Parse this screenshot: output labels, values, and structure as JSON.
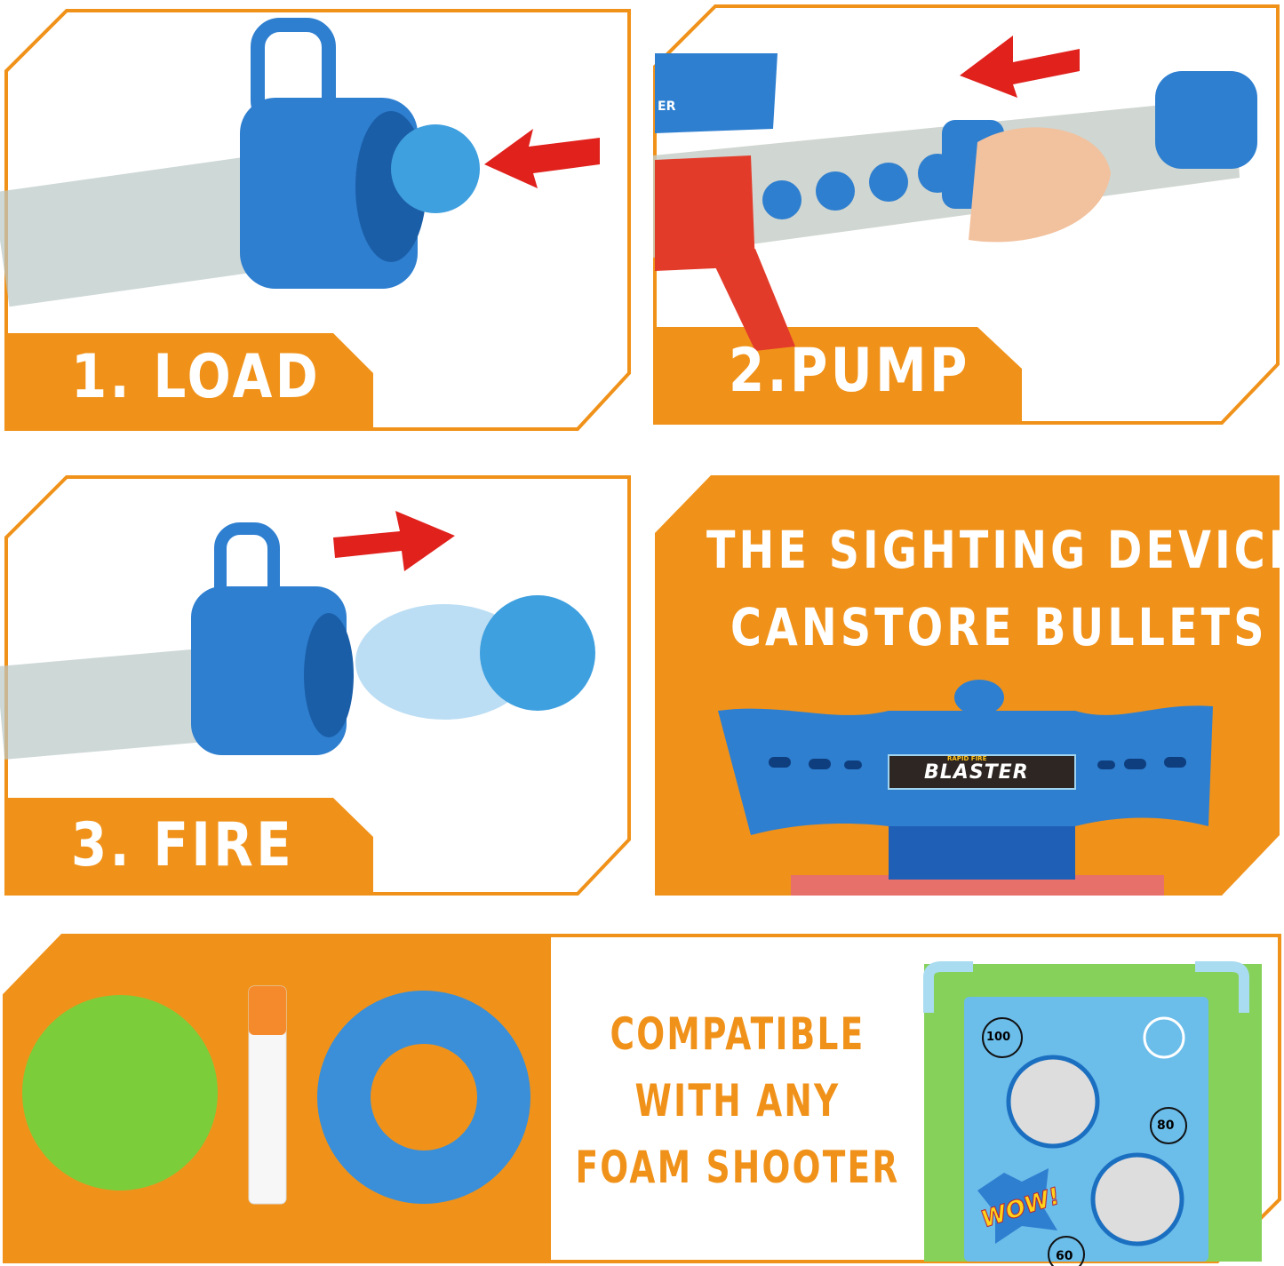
{
  "colors": {
    "orange": "#f0921a",
    "blue": "#2e7fd0",
    "red": "#e0211c",
    "green": "#7ccd3a"
  },
  "steps": [
    {
      "label": "1. LOAD",
      "arrow": "arrow-left-icon"
    },
    {
      "label": "2.PUMP",
      "arrow": "arrow-left-icon",
      "scope_text": "ER"
    },
    {
      "label": "3. FIRE",
      "arrow": "arrow-right-icon"
    }
  ],
  "sighting": {
    "line1": "THE SIGHTING DEVICE",
    "line2": "CANSTORE BULLETS",
    "scope_brand": "BLASTER",
    "scope_sub": "RAPID FIRE"
  },
  "compat": {
    "line1": "COMPATIBLE",
    "line2": "WITH ANY",
    "line3": "FOAM SHOOTER",
    "target": {
      "scores": [
        "100",
        "80",
        "60"
      ],
      "badge": "WOW!"
    }
  }
}
